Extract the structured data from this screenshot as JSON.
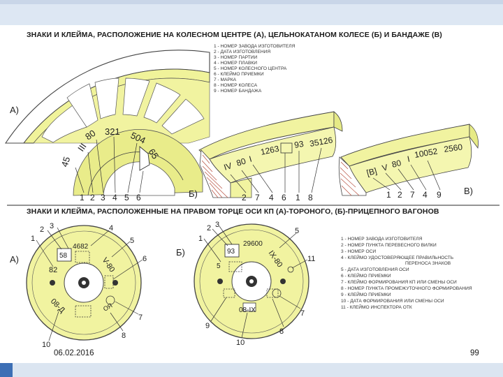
{
  "title_top": "ЗНАКИ И КЛЕЙМА, РАСПОЛОЖЕНИЕ НА КОЛЕСНОМ ЦЕНТРЕ (А), ЦЕЛЬНОКАТАНОМ КОЛЕСЕ (Б) И БАНДАЖЕ (В)",
  "title_bottom": "ЗНАКИ И КЛЕЙМА, РАСПОЛОЖЕННЫЕ НА ПРАВОМ ТОРЦЕ ОСИ КП (А)-ТОРОНОГО, (Б)-ПРИЦЕПНОГО ВАГОНОВ",
  "footer": {
    "date": "06.02.2016",
    "page": "99"
  },
  "legend_top": [
    "1 - НОМЕР ЗАВОДА ИЗГОТОВИТЕЛЯ",
    "2 - ДАТА ИЗГОТОВЛЕНИЯ",
    "3 - НОМЕР ПАРТИИ",
    "4 - НОМЕР ПЛАВКИ",
    "5 - НОМЕР КОЛЕСНОГО ЦЕНТРА",
    "6 - КЛЕЙМО ПРИЕМКИ",
    "7 - МАРКА",
    "8 - НОМЕР КОЛЕСА",
    "9 - НОМЕР БАНДАЖА"
  ],
  "legend_bottom": [
    "1 - НОМЕР ЗАВОДА ИЗГОТОВИТЕЛЯ",
    "2 - НОМЕР ПУНКТА ПЕРЕВЕСНОГО ВИЛКИ",
    "3 - НОМЕР ОСИ",
    "4 - КЛЕЙМО УДОСТОВЕРЯЮЩЕЕ ПРАВИЛЬНОСТЬ",
    "ПЕРЕНОСА ЗНАКОВ",
    "5 - ДАТА ИЗГОТОВЛЕНИЯ ОСИ",
    "6 - КЛЕЙМО ПРИЕМКИ",
    "7 - КЛЕЙМО ФОРМИРОВАНИЯ КП ИЛИ СМЕНЫ ОСИ",
    "8 - НОМЕР ПУНКТА ПРОМЕЖУТОЧНОГО ФОРМИРОВАНИЯ",
    "9 - КЛЕЙМО ПРИЕМКИ",
    "10 - ДАТА ФОРМИРОВАНИЯ ИЛИ СМЕНЫ ОСИ",
    "11 - КЛЕЙМО ИНСПЕКТОРА ОТК"
  ],
  "panel_labels": {
    "a1": "А)",
    "b1": "Б)",
    "c1": "В)",
    "a2": "А)",
    "b2": "Б)"
  },
  "wheel_center": {
    "marks": [
      "45",
      "III",
      "80",
      "321",
      "504",
      "65"
    ],
    "callouts": [
      "1",
      "2",
      "3",
      "4",
      "5",
      "6"
    ]
  },
  "wheel_rolled": {
    "marks": [
      "IV",
      "80",
      "I",
      "1263",
      "93",
      "35126"
    ],
    "callouts": [
      "2",
      "7",
      "4",
      "6",
      "1",
      "8"
    ]
  },
  "tire": {
    "marks": [
      "[B]",
      "V",
      "80",
      "I",
      "10052",
      "2560"
    ],
    "callouts": [
      "1",
      "2",
      "7",
      "4",
      "9"
    ]
  },
  "axle_a": {
    "marks": [
      "4682",
      "58",
      "V-80",
      "82",
      "08-Д",
      "ОЯ"
    ],
    "callouts": [
      "1",
      "2",
      "3",
      "4",
      "5",
      "6",
      "7",
      "8",
      "10"
    ]
  },
  "axle_b": {
    "marks": [
      "29600",
      "93",
      "IX-80",
      "08-IX",
      "5"
    ],
    "callouts": [
      "1",
      "2",
      "3",
      "5",
      "11",
      "7",
      "8",
      "9",
      "10"
    ]
  }
}
